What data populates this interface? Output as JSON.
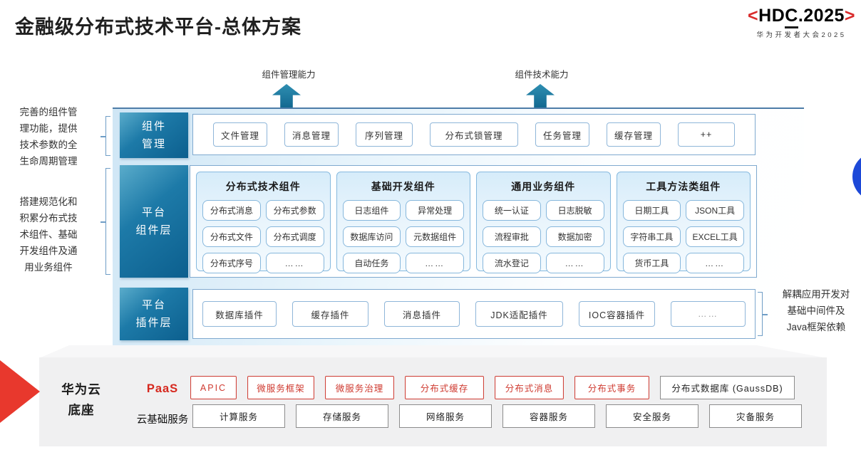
{
  "title": "金融级分布式技术平台-总体方案",
  "logo": {
    "left_angle": "<",
    "wordmark_pre": "HD",
    "wordmark_c": "C",
    "wordmark_post": ".2025",
    "right_angle": ">",
    "subtitle": "华为开发者大会2025"
  },
  "arrows": {
    "left_label": "组件管理能力",
    "right_label": "组件技术能力"
  },
  "notes": {
    "left1_lines": [
      "完善的组件管",
      "理功能，提供",
      "技术参数的全",
      "生命周期管理"
    ],
    "left2_lines": [
      "搭建规范化和",
      "积累分布式技",
      "术组件、基础",
      "开发组件及通",
      "用业务组件"
    ],
    "right_lines": [
      "解耦应用开发对",
      "基础中间件及",
      "Java框架依赖"
    ]
  },
  "layers": {
    "management": {
      "label_lines": [
        "组件",
        "管理"
      ],
      "items": [
        "文件管理",
        "消息管理",
        "序列管理",
        "分布式锁管理",
        "任务管理",
        "缓存管理",
        "++"
      ]
    },
    "components": {
      "label_lines": [
        "平台",
        "组件层"
      ],
      "groups": [
        {
          "title": "分布式技术组件",
          "items": [
            "分布式消息",
            "分布式参数",
            "分布式文件",
            "分布式调度",
            "分布式序号",
            "……"
          ]
        },
        {
          "title": "基础开发组件",
          "items": [
            "日志组件",
            "异常处理",
            "数据库访问",
            "元数据组件",
            "自动任务",
            "……"
          ]
        },
        {
          "title": "通用业务组件",
          "items": [
            "统一认证",
            "日志脱敏",
            "流程审批",
            "数据加密",
            "流水登记",
            "……"
          ]
        },
        {
          "title": "工具方法类组件",
          "items": [
            "日期工具",
            "JSON工具",
            "字符串工具",
            "EXCEL工具",
            "货币工具",
            "……"
          ]
        }
      ]
    },
    "plugins": {
      "label_lines": [
        "平台",
        "插件层"
      ],
      "items": [
        "数据库插件",
        "缓存插件",
        "消息插件",
        "JDK适配插件",
        "IOC容器插件",
        "……"
      ]
    }
  },
  "platform": {
    "title_lines": [
      "华为云",
      "底座"
    ],
    "paas_label": "PaaS",
    "paas_items": [
      "APIC",
      "微服务框架",
      "微服务治理",
      "分布式缓存",
      "分布式消息",
      "分布式事务"
    ],
    "paas_db": "分布式数据库 (GaussDB)",
    "iaas_label": "云基础服务",
    "iaas_items": [
      "计算服务",
      "存储服务",
      "网络服务",
      "容器服务",
      "安全服务",
      "灾备服务"
    ]
  },
  "colors": {
    "layer_label_gradient_start": "#5aaccb",
    "layer_label_gradient_end": "#0c5f8e",
    "box_border_blue": "#8fb6d9",
    "sheet_top_line": "#4d7ca8",
    "arrow_teal": "#11678f",
    "brand_red": "#d92b2b",
    "paas_red": "#cf3a30",
    "blue_circle": "#1d49d8",
    "platform_gray": "#f0f0f1"
  }
}
